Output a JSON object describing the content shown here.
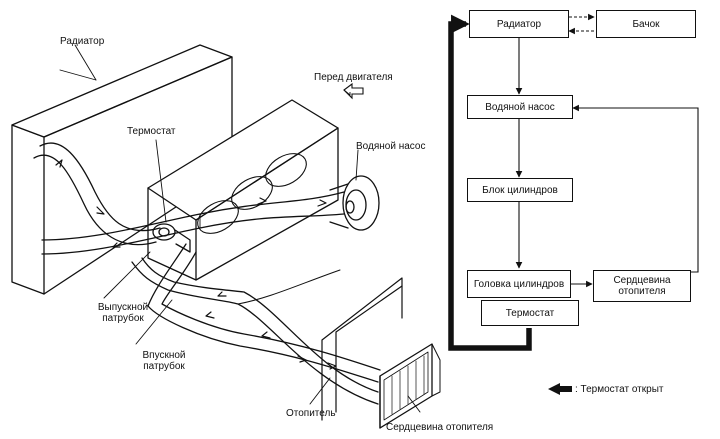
{
  "illustration": {
    "radiator_label": "Радиатор",
    "direction_label": "Перед двигателя",
    "thermostat_label": "Термостат",
    "water_pump_label": "Водяной насос",
    "outlet_label": "Выпускной патрубок",
    "inlet_label": "Впускной патрубок",
    "heater_label": "Отопитель",
    "heater_core_label": "Сердцевина отопителя"
  },
  "flowchart": {
    "radiator": "Радиатор",
    "tank": "Бачок",
    "water_pump": "Водяной насос",
    "cylinder_block": "Блок цилиндров",
    "cylinder_head": "Головка цилиндров",
    "heater_core": "Сердцевина отопителя",
    "thermostat": "Термостат",
    "legend": ": Термостат открыт"
  },
  "colors": {
    "line": "#111111",
    "background": "#ffffff"
  }
}
